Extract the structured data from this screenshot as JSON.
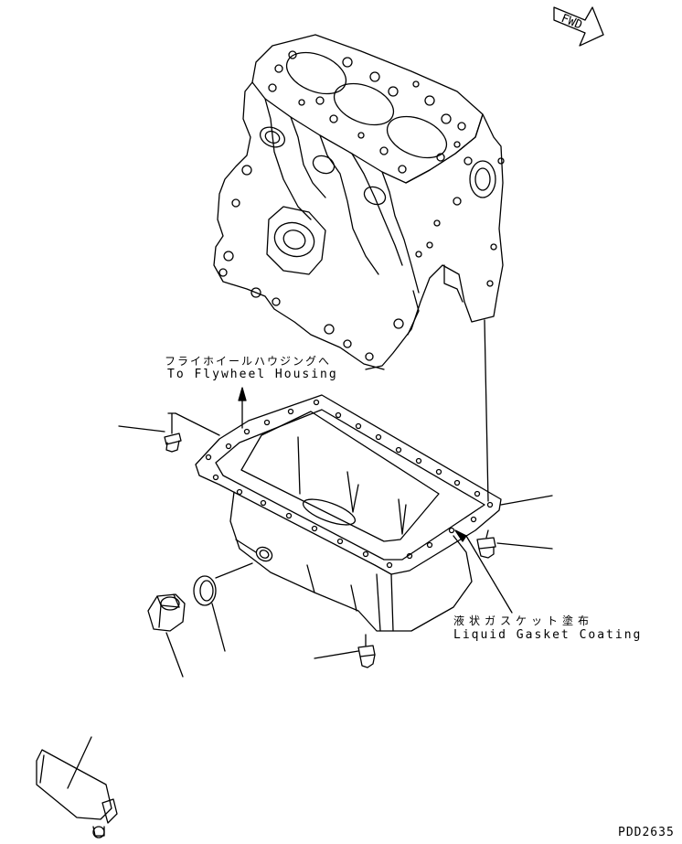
{
  "fwd_label": "FWD",
  "labels": {
    "flywheel_jp": "フライホイールハウジングへ",
    "flywheel_en": "To Flywheel Housing",
    "gasket_jp": "液状ガスケット塗布",
    "gasket_en": "Liquid Gasket Coating",
    "drawing_code": "PDD2635"
  },
  "colors": {
    "line": "#000000",
    "background": "#ffffff"
  }
}
